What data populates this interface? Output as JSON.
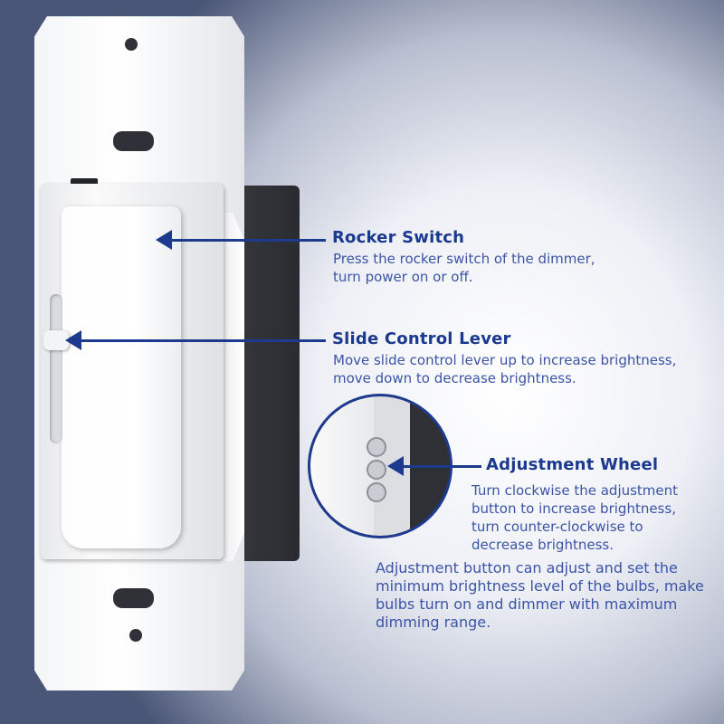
{
  "callouts": {
    "rocker": {
      "title": "Rocker Switch",
      "desc": [
        "Press the rocker switch of the dimmer,",
        "turn power on or off."
      ]
    },
    "slide": {
      "title": "Slide Control Lever",
      "desc": [
        "Move slide control lever up to increase brightness,",
        "move down to decrease brightness."
      ]
    },
    "wheel": {
      "title": "Adjustment Wheel",
      "desc": [
        "Turn clockwise the adjustment",
        "button to increase brightness,",
        "turn counter-clockwise to",
        "decrease brightness."
      ]
    },
    "note": [
      "Adjustment button can adjust and set the",
      "minimum brightness level of the bulbs, make",
      "bulbs turn on and dimmer with maximum",
      "dimming range."
    ]
  },
  "colors": {
    "heading": "#1b3a8f",
    "text": "#3b54a6"
  }
}
